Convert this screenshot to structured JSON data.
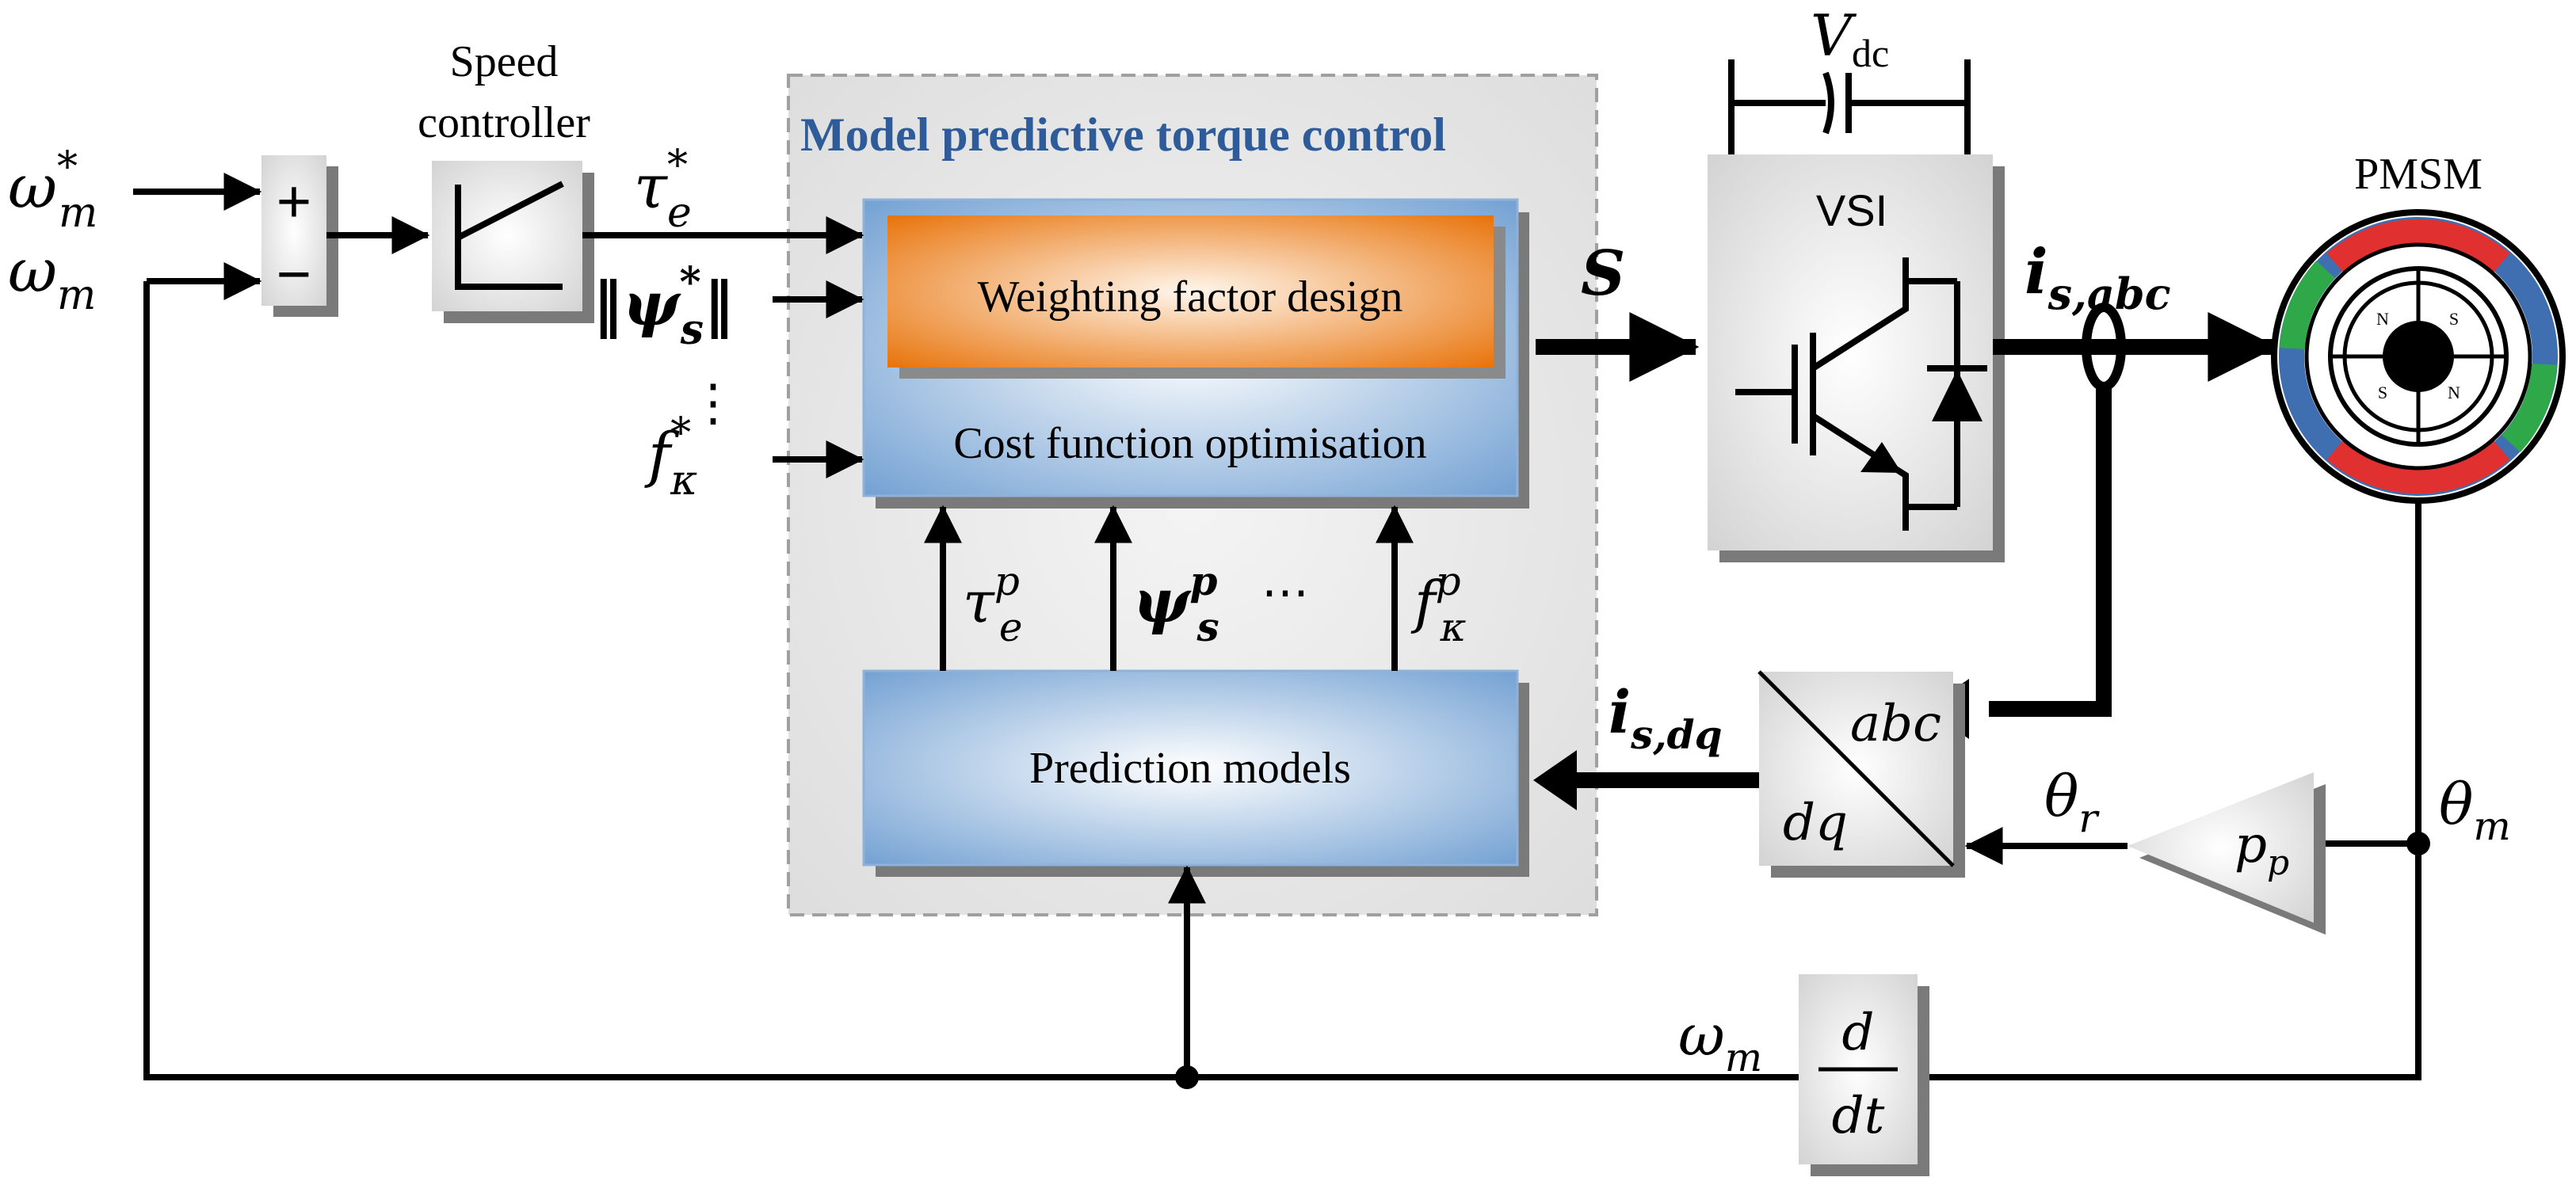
{
  "mptc": {
    "title": "Model  predictive torque control",
    "weighting": "Weighting factor design",
    "cost": "Cost function optimisation",
    "prediction": "Prediction models"
  },
  "speed_controller": {
    "line1": "Speed",
    "line2": "controller"
  },
  "summer": {
    "plus": "+",
    "minus": "−"
  },
  "inputs": {
    "omega_ref": {
      "base": "ω",
      "sub": "m",
      "sup": "*"
    },
    "omega": {
      "base": "ω",
      "sub": "m"
    }
  },
  "refs": {
    "tau": {
      "base": "τ",
      "sub": "e",
      "sup": "*"
    },
    "psi": {
      "open": "‖",
      "base": "ψ",
      "sub": "s",
      "sup": "*",
      "close": "‖"
    },
    "vdots": "⋮",
    "f": {
      "base": "f",
      "sub": "κ",
      "sup": "*"
    }
  },
  "predicted": {
    "tau": {
      "base": "τ",
      "sub": "e",
      "sup": "p"
    },
    "psi": {
      "base": "ψ",
      "sub": "s",
      "sup": "p"
    },
    "dots": "⋯",
    "f": {
      "base": "f",
      "sub": "κ",
      "sup": "p"
    }
  },
  "switching": "S",
  "dc": {
    "base": "V",
    "sub": "dc"
  },
  "vsi": "VSI",
  "current_abc": {
    "base": "i",
    "sub": "s,abc"
  },
  "current_dq": {
    "base": "i",
    "sub": "s,dq"
  },
  "transform": {
    "top": "abc",
    "bottom": "dq"
  },
  "pmsm": {
    "label": "PMSM",
    "poles": [
      "N",
      "S",
      "S",
      "N"
    ]
  },
  "pole_pairs": {
    "base": "p",
    "sub": "p"
  },
  "theta_r": {
    "base": "θ",
    "sub": "r"
  },
  "theta_m": {
    "base": "θ",
    "sub": "m"
  },
  "omega_fb": {
    "base": "ω",
    "sub": "m"
  },
  "derivative": {
    "num": "d",
    "den": "dt"
  },
  "colors": {
    "title_blue": "#2e5c9a",
    "block_blue": "#6a9bd0",
    "weight_orange": "#e8740c",
    "frame_gray": "#e0e0e0",
    "stator_red": "#e03030",
    "stator_green": "#2fa84a",
    "stator_blue": "#3f6fb0"
  }
}
